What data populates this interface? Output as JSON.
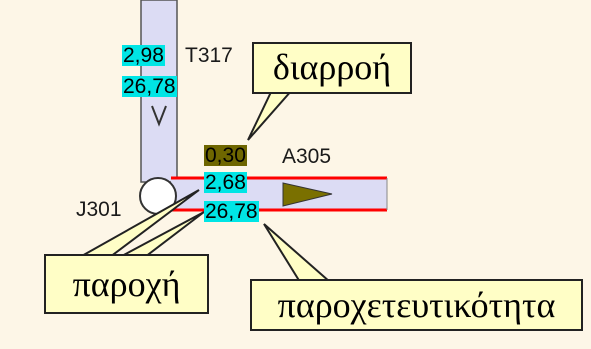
{
  "colors": {
    "background": "#fdf6e7",
    "pipe_fill": "#dcdcf4",
    "pipe_border": "#ff0000",
    "value_bg": "#00e5e5",
    "leak_bg": "#6e6600",
    "arrow": "#7a7000",
    "callout_bg": "#fffec6"
  },
  "network": {
    "tank": {
      "id": "T317",
      "value1": "2,98",
      "value2": "26,78"
    },
    "junction": {
      "id": "J301"
    },
    "pipe": {
      "id": "A305",
      "leak": "0,30",
      "value1": "2,68",
      "value2": "26,78"
    }
  },
  "callouts": {
    "leak": "διαρροή",
    "flow": "παροχή",
    "capacity": "παροχετευτικότητα"
  },
  "icons": {
    "flow_arrow_down": "chevron-down-icon",
    "flow_arrow_right": "triangle-right-icon"
  }
}
